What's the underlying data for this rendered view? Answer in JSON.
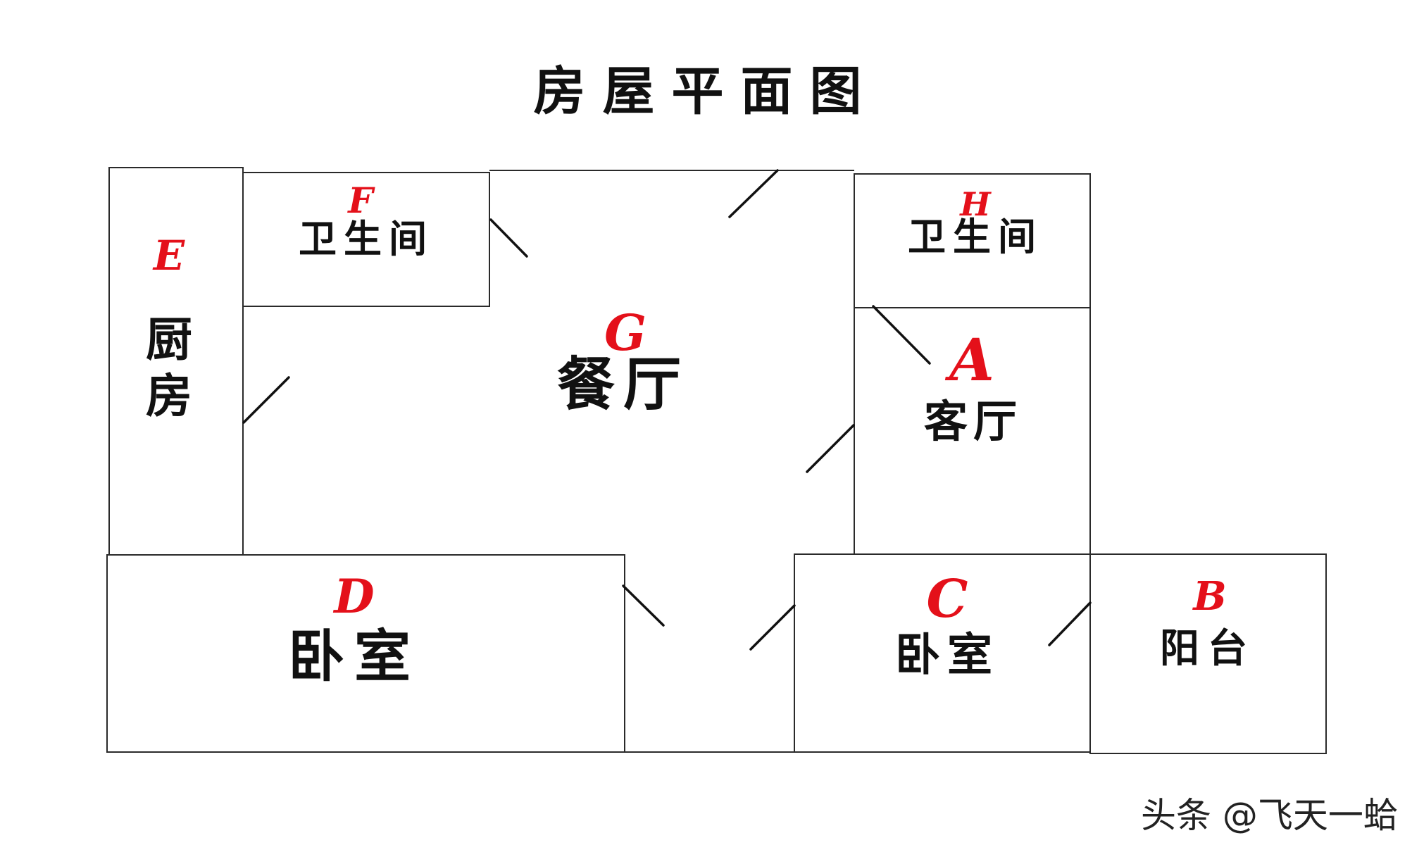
{
  "title": "房屋平面图",
  "rooms": {
    "E": {
      "letter": "E",
      "name_1": "厨",
      "name_2": "房"
    },
    "F": {
      "letter": "F",
      "name": "卫生间"
    },
    "G": {
      "letter": "G",
      "name": "餐厅"
    },
    "H": {
      "letter": "H",
      "name": "卫生间"
    },
    "A": {
      "letter": "A",
      "name": "客厅"
    },
    "D": {
      "letter": "D",
      "name": "卧室"
    },
    "C": {
      "letter": "C",
      "name": "卧室"
    },
    "B": {
      "letter": "B",
      "name": "阳台"
    }
  },
  "watermark": "头条 @飞天一蛤",
  "colors": {
    "letter": "#e4101a",
    "text": "#111111",
    "line": "#2a2a2a"
  }
}
